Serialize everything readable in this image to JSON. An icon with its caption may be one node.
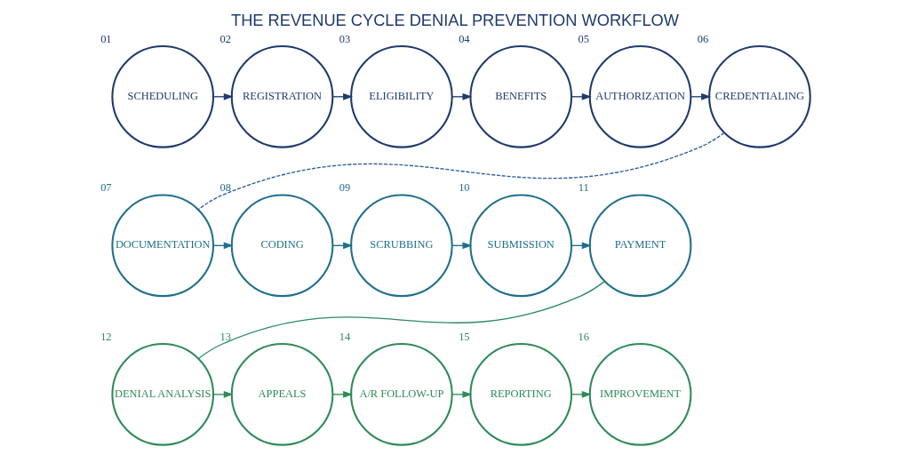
{
  "diagram": {
    "title": "THE REVENUE CYCLE DENIAL PREVENTION WORKFLOW",
    "nodes": [
      {
        "text": [
          "SCHEDULING"
        ],
        "beside": [
          "01"
        ]
      },
      {
        "text": [
          "REGISTRATION"
        ],
        "beside": [
          "02"
        ]
      },
      {
        "text": [
          "ELIGIBILITY"
        ],
        "beside": [
          "03"
        ]
      },
      {
        "text": [
          "BENEFITS"
        ],
        "beside": [
          "04"
        ]
      },
      {
        "text": [
          "AUTHORIZATION"
        ],
        "beside": [
          "05"
        ]
      },
      {
        "text": [
          "CREDENTIALING"
        ],
        "beside": [
          "06"
        ]
      },
      {
        "text": [
          "DOCUMENTATION"
        ],
        "beside": [
          "07"
        ]
      },
      {
        "text": [
          "CODING"
        ],
        "beside": [
          "08"
        ]
      },
      {
        "text": [
          "SCRUBBING"
        ],
        "beside": [
          "09"
        ]
      },
      {
        "text": [
          "SUBMISSION"
        ],
        "beside": [
          "10"
        ]
      },
      {
        "text": [
          "PAYMENT"
        ],
        "beside": [
          "11"
        ]
      },
      {
        "text": [
          "DENIAL ANALYSIS"
        ],
        "beside": [
          "12"
        ]
      },
      {
        "text": [
          "APPEALS"
        ],
        "beside": [
          "13"
        ]
      },
      {
        "text": [
          "A/R FOLLOW-UP"
        ],
        "beside": [
          "14"
        ]
      },
      {
        "text": [
          "REPORTING"
        ],
        "beside": [
          "15"
        ]
      },
      {
        "text": [
          "IMPROVEMENT"
        ],
        "beside": [
          "16"
        ]
      }
    ],
    "edges": [
      {
        "from": 0,
        "to": 1,
        "arrow": "to",
        "color": "#1f3a6e"
      },
      {
        "from": 1,
        "to": 2,
        "arrow": "to",
        "color": "#1f3a6e"
      },
      {
        "from": 2,
        "to": 3,
        "arrow": "to",
        "color": "#1f3a6e"
      },
      {
        "from": 3,
        "to": 4,
        "arrow": "to",
        "color": "#1f3a6e"
      },
      {
        "from": 4,
        "to": 5,
        "arrow": "to",
        "color": "#1f3a6e"
      },
      {
        "from": 5,
        "to": 6,
        "arrow": "none",
        "style": "dashed",
        "color": "#2a5a9a"
      },
      {
        "from": 6,
        "to": 7,
        "arrow": "to",
        "color": "#1f6f8c"
      },
      {
        "from": 7,
        "to": 8,
        "arrow": "to",
        "color": "#1f6f8c"
      },
      {
        "from": 8,
        "to": 9,
        "arrow": "to",
        "color": "#1f6f8c"
      },
      {
        "from": 9,
        "to": 10,
        "arrow": "to",
        "color": "#1f6f8c"
      },
      {
        "from": 10,
        "to": 11,
        "arrow": "none",
        "color": "#2a8a6a"
      },
      {
        "from": 11,
        "to": 12,
        "arrow": "to",
        "color": "#2e8b57"
      },
      {
        "from": 12,
        "to": 13,
        "arrow": "to",
        "color": "#2e8b57"
      },
      {
        "from": 13,
        "to": 14,
        "arrow": "to",
        "color": "#2e8b57"
      },
      {
        "from": 14,
        "to": 15,
        "arrow": "to",
        "color": "#2e8b57"
      }
    ]
  }
}
